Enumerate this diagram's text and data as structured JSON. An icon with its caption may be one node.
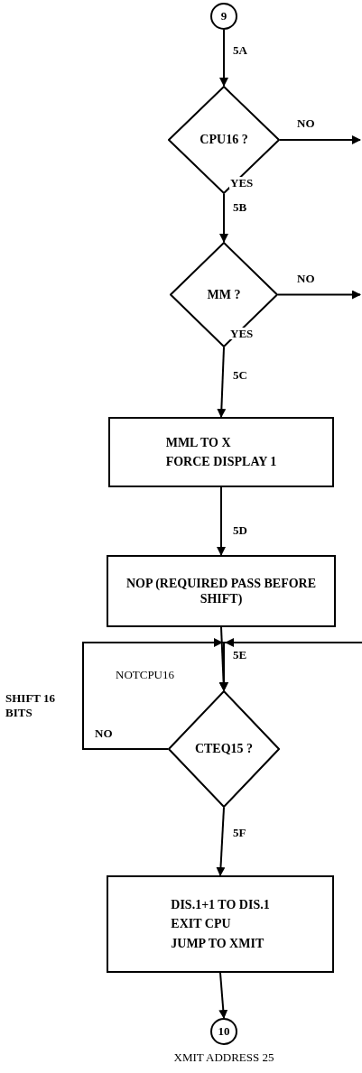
{
  "diagram": {
    "nodes": [
      {
        "text": [
          "9"
        ]
      },
      {
        "text": [
          "CPU16 ?"
        ]
      },
      {
        "text": [
          "MM ?"
        ]
      },
      {
        "text": [
          "MML TO X",
          "FORCE DISPLAY 1"
        ]
      },
      {
        "text": [
          "NOP (REQUIRED PASS BEFORE SHIFT)"
        ]
      },
      {
        "text": [
          "CTEQ15 ?"
        ]
      },
      {
        "text": [
          "DIS.1+1 TO DIS.1",
          "EXIT CPU",
          "JUMP TO XMIT"
        ]
      },
      {
        "text": [
          "10"
        ],
        "beside": [
          "XMIT ADDRESS 25"
        ]
      }
    ],
    "edges": [
      {
        "from": 0,
        "to": 1,
        "arrow": "to"
      },
      {
        "from": 1,
        "to": null,
        "arrow": "to",
        "label": "NO"
      },
      {
        "from": 1,
        "to": 2,
        "arrow": "to",
        "label": "YES"
      },
      {
        "from": 2,
        "to": null,
        "arrow": "to",
        "label": "NO"
      },
      {
        "from": 2,
        "to": 3,
        "arrow": "to",
        "label": "YES"
      },
      {
        "from": 3,
        "to": 4,
        "arrow": "to"
      },
      {
        "from": 4,
        "to": 5,
        "arrow": "to"
      },
      {
        "from": null,
        "to": 5,
        "arrow": "to"
      },
      {
        "from": 5,
        "to": 5,
        "arrow": "to",
        "label": "NO"
      },
      {
        "from": 5,
        "to": 6,
        "arrow": "to"
      },
      {
        "from": 6,
        "to": 7,
        "arrow": "to"
      }
    ],
    "labels": [
      "5A",
      "5B",
      "5C",
      "5D",
      "5E",
      "5F",
      "NOTCPU16",
      "SHIFT 16 BITS"
    ]
  }
}
